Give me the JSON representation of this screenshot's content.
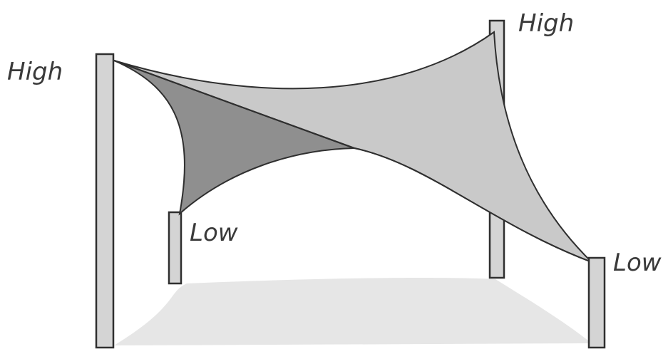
{
  "labels": {
    "high_left": "High",
    "high_right": "High",
    "low_back_left": "Low",
    "low_front_right": "Low"
  },
  "colors": {
    "sail_light": "#c9c9c9",
    "sail_dark": "#8f8f8f",
    "post_fill": "#d4d4d4",
    "post_stroke": "#2f2f2f",
    "ground_shadow": "#e6e6e6",
    "label_text": "#3a3a3a"
  }
}
